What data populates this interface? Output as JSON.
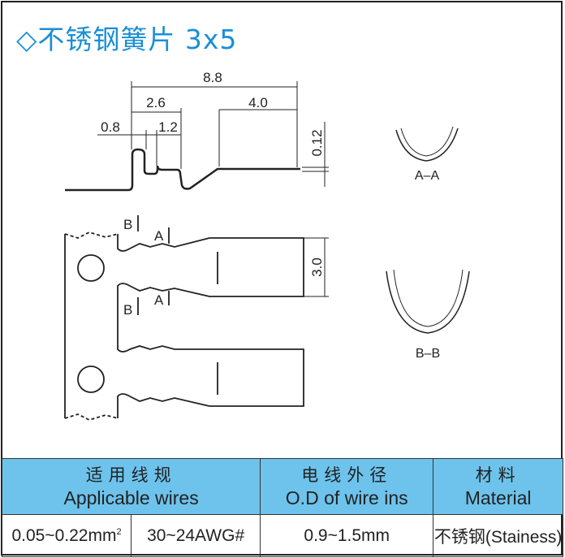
{
  "title": "◇不锈钢簧片 3x5",
  "drawing": {
    "dimensions": [
      "8.8",
      "2.6",
      "4.0",
      "0.8",
      "1.2",
      "0.12",
      "3.0"
    ],
    "section_marks": [
      "B",
      "A",
      "A",
      "B"
    ],
    "section_labels": [
      "A–A",
      "B–B"
    ]
  },
  "table": {
    "headers": [
      {
        "cn": "适用线规",
        "en": "Applicable wires"
      },
      {
        "cn": "电线外径",
        "en": "O.D of wire ins"
      },
      {
        "cn": "材料",
        "en": "Material"
      }
    ],
    "row": {
      "wire_mm": "0.05~0.22mm",
      "wire_mm_sup": "2",
      "awg": "30~24AWG#",
      "od": "0.9~1.5mm",
      "material": "不锈钢(Stainess)"
    }
  }
}
